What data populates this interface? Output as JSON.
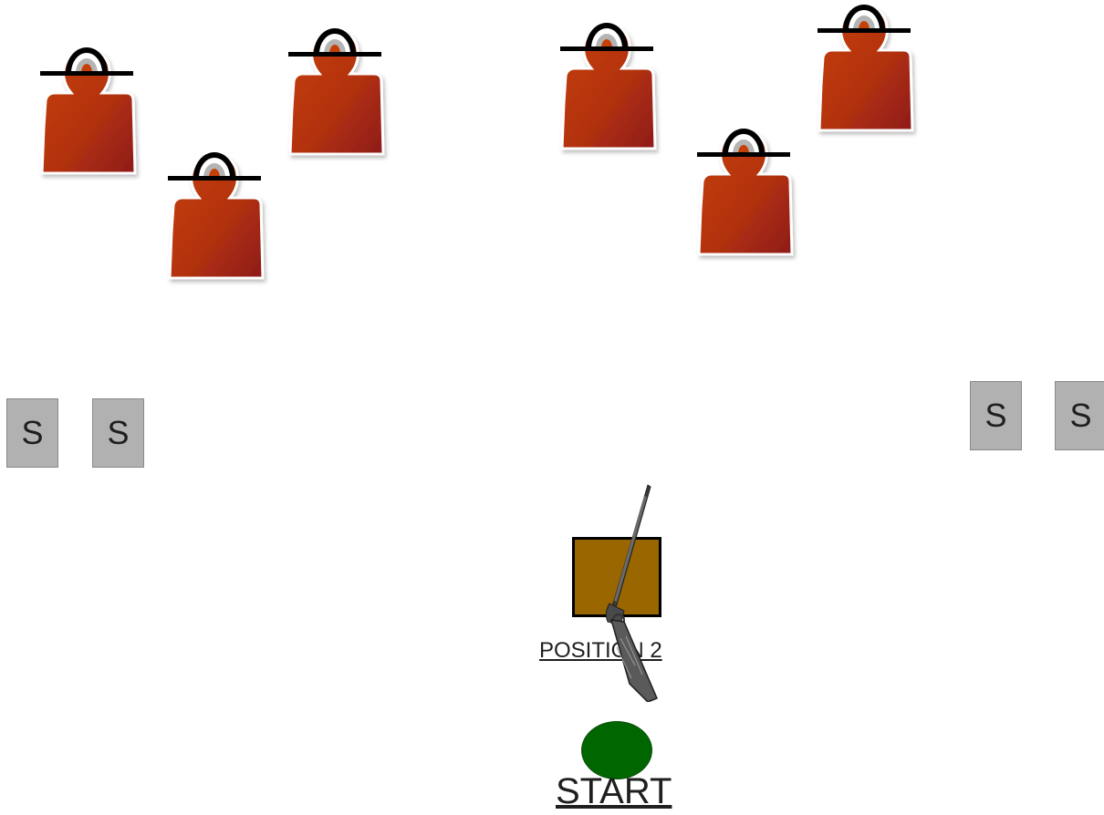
{
  "stage": {
    "targets_count": 6,
    "target_color": "#b83a12",
    "target_icon": "silhouette-target-icon",
    "s_boxes": [
      "S",
      "S",
      "S",
      "S"
    ],
    "position_label": "POSITION 2",
    "start_label": "START",
    "position_color": "#996600",
    "start_color": "#006600",
    "rifle_icon": "rifle-icon"
  }
}
